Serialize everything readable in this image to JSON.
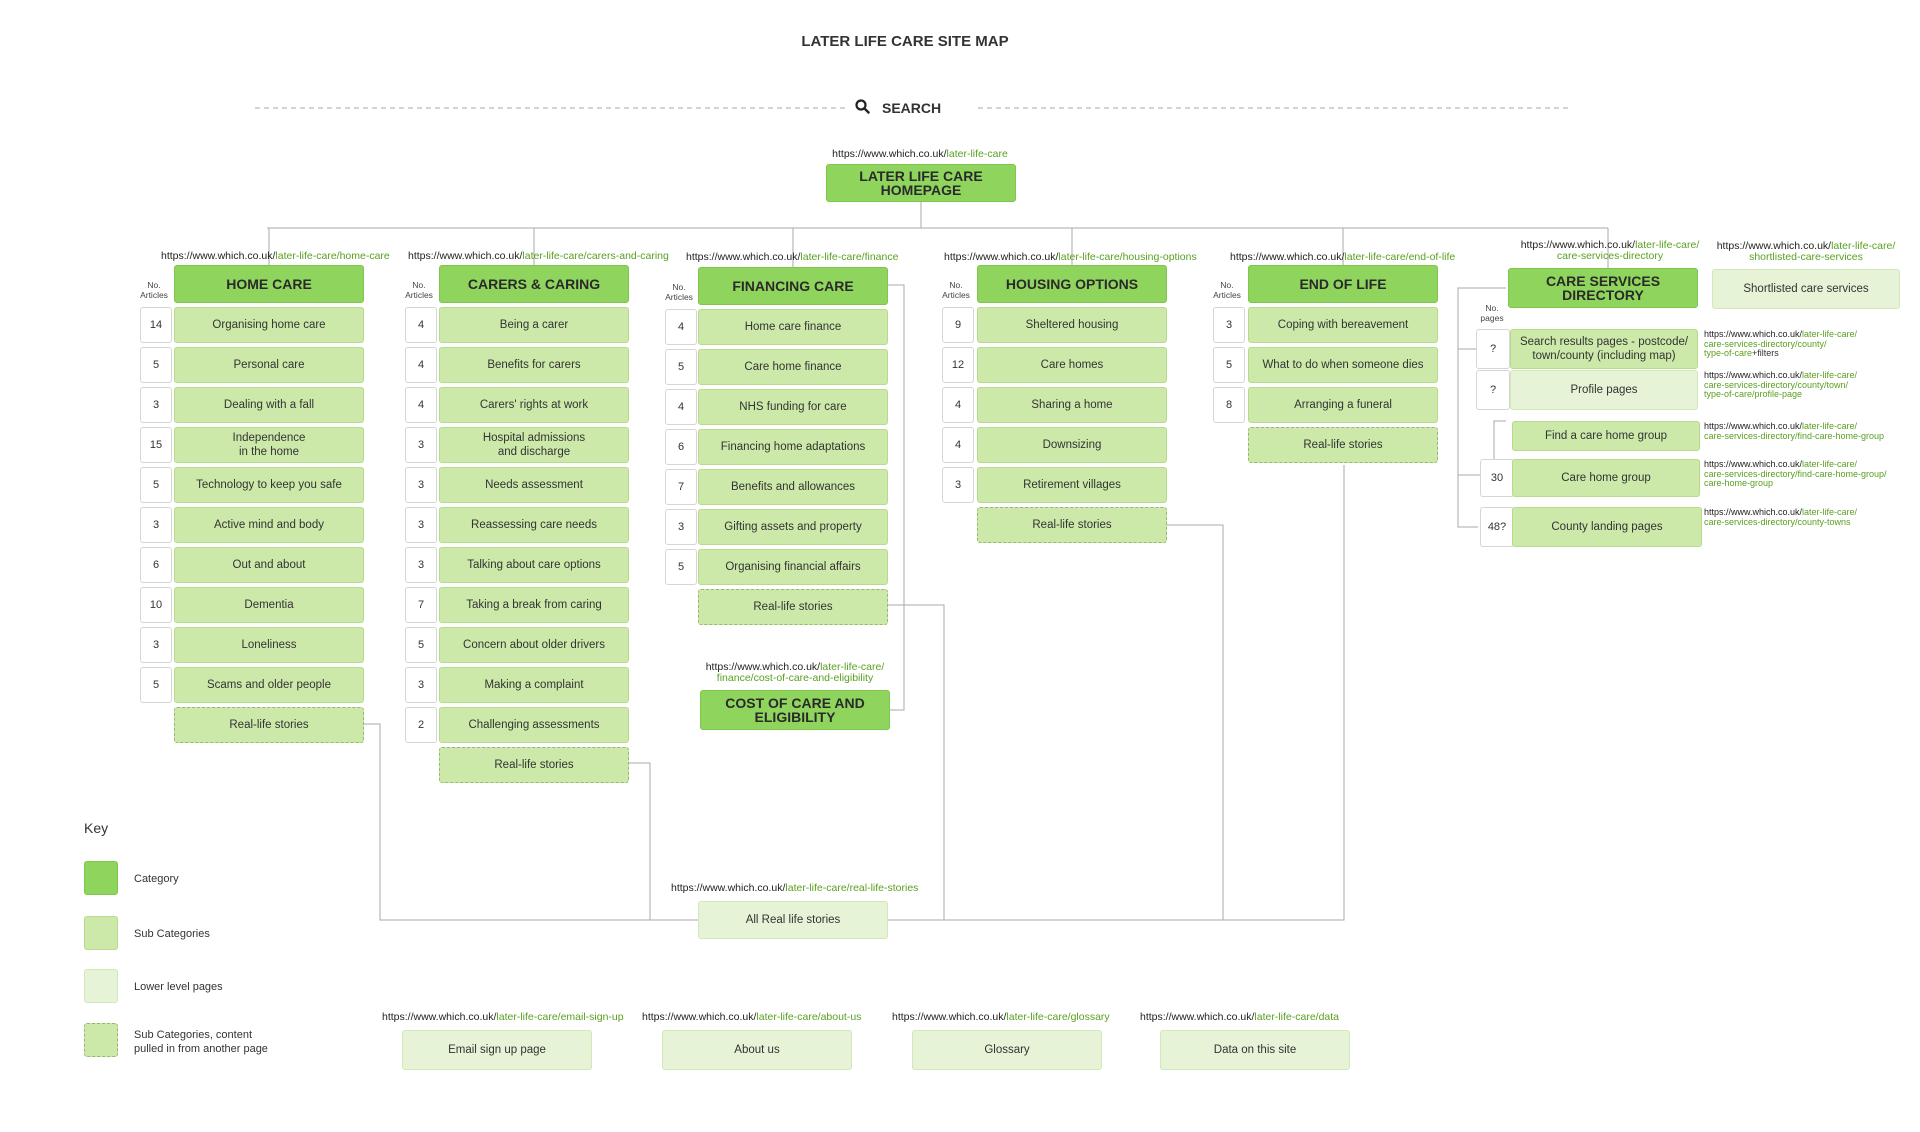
{
  "title": "LATER LIFE CARE SITE MAP",
  "search": {
    "label": "SEARCH"
  },
  "homepage": {
    "url_base": "https://www.which.co.uk/",
    "url_path": "later-life-care",
    "label": "LATER LIFE CARE\nHOMEPAGE"
  },
  "col_header": "No.\nArticles",
  "pages_header": "No.\npages",
  "colors": {
    "category": "#8fd55d",
    "sub_category": "#cde9aa",
    "lower_level": "#e6f3d6",
    "url_path": "#5aa020",
    "connector": "#aaaaaa"
  },
  "columns": [
    {
      "name": "home-care",
      "url_base": "https://www.which.co.uk/",
      "url_path": "later-life-care/home-care",
      "label": "HOME CARE",
      "items": [
        {
          "n": "14",
          "label": "Organising home care"
        },
        {
          "n": "5",
          "label": "Personal care"
        },
        {
          "n": "3",
          "label": "Dealing with a fall"
        },
        {
          "n": "15",
          "label": "Independence\nin the home"
        },
        {
          "n": "5",
          "label": "Technology to keep you safe"
        },
        {
          "n": "3",
          "label": "Active mind and body"
        },
        {
          "n": "6",
          "label": "Out and about"
        },
        {
          "n": "10",
          "label": "Dementia"
        },
        {
          "n": "3",
          "label": "Loneliness"
        },
        {
          "n": "5",
          "label": "Scams and older people"
        }
      ],
      "stories": "Real-life stories"
    },
    {
      "name": "carers-caring",
      "url_base": "https://www.which.co.uk/",
      "url_path": "later-life-care/carers-and-caring",
      "label": "CARERS & CARING",
      "items": [
        {
          "n": "4",
          "label": "Being a carer"
        },
        {
          "n": "4",
          "label": "Benefits for carers"
        },
        {
          "n": "4",
          "label": "Carers' rights at work"
        },
        {
          "n": "3",
          "label": "Hospital admissions\nand discharge"
        },
        {
          "n": "3",
          "label": "Needs assessment"
        },
        {
          "n": "3",
          "label": "Reassessing care needs"
        },
        {
          "n": "3",
          "label": "Talking about care options"
        },
        {
          "n": "7",
          "label": "Taking a break from caring"
        },
        {
          "n": "5",
          "label": "Concern about older drivers"
        },
        {
          "n": "3",
          "label": "Making a complaint"
        },
        {
          "n": "2",
          "label": "Challenging assessments"
        }
      ],
      "stories": "Real-life stories"
    },
    {
      "name": "financing-care",
      "url_base": "https://www.which.co.uk/",
      "url_path": "later-life-care/finance",
      "label": "FINANCING CARE",
      "items": [
        {
          "n": "4",
          "label": "Home care finance"
        },
        {
          "n": "5",
          "label": "Care home finance"
        },
        {
          "n": "4",
          "label": "NHS funding for care"
        },
        {
          "n": "6",
          "label": "Financing home adaptations"
        },
        {
          "n": "7",
          "label": "Benefits and allowances"
        },
        {
          "n": "3",
          "label": "Gifting assets and property"
        },
        {
          "n": "5",
          "label": "Organising financial affairs"
        }
      ],
      "stories": "Real-life stories"
    },
    {
      "name": "housing-options",
      "url_base": "https://www.which.co.uk/",
      "url_path": "later-life-care/housing-options",
      "label": "HOUSING OPTIONS",
      "items": [
        {
          "n": "9",
          "label": "Sheltered housing"
        },
        {
          "n": "12",
          "label": "Care homes"
        },
        {
          "n": "4",
          "label": "Sharing a home"
        },
        {
          "n": "4",
          "label": "Downsizing"
        },
        {
          "n": "3",
          "label": "Retirement villages"
        }
      ],
      "stories": "Real-life stories"
    },
    {
      "name": "end-of-life",
      "url_base": "https://www.which.co.uk/",
      "url_path": "later-life-care/end-of-life",
      "label": "END OF LIFE",
      "items": [
        {
          "n": "3",
          "label": "Coping with bereavement"
        },
        {
          "n": "5",
          "label": "What to do when someone dies"
        },
        {
          "n": "8",
          "label": "Arranging a funeral"
        }
      ],
      "stories": "Real-life stories"
    }
  ],
  "cost_of_care": {
    "url_base": "https://www.which.co.uk/",
    "url_path": "later-life-care/\nfinance/cost-of-care-and-eligibility",
    "label": "COST OF CARE AND\nELIGIBILITY"
  },
  "care_services": {
    "url_base": "https://www.which.co.uk/",
    "url_path": "later-life-care/\ncare-services-directory",
    "label": "CARE SERVICES DIRECTORY",
    "items": [
      {
        "n": "?",
        "label": "Search results pages - postcode/\ntown/county (including map)",
        "url_base": "https://www.which.co.uk/",
        "url_path": "later-life-care/\ncare-services-directory/county/\ntype-of-care",
        "url_suffix": "+filters"
      },
      {
        "n": "?",
        "label": "Profile pages",
        "url_base": "https://www.which.co.uk/",
        "url_path": "later-life-care/\ncare-services-directory/county/town/\ntype-of-care/profile-page"
      },
      {
        "n": "",
        "label": "Find a care home group",
        "url_base": "https://www.which.co.uk/",
        "url_path": "later-life-care/\ncare-services-directory/find-care-home-group"
      },
      {
        "n": "30",
        "label": "Care home group",
        "url_base": "https://www.which.co.uk/",
        "url_path": "later-life-care/\ncare-services-directory/find-care-home-group/\ncare-home-group"
      },
      {
        "n": "48?",
        "label": "County landing pages",
        "url_base": "https://www.which.co.uk/",
        "url_path": "later-life-care/\ncare-services-directory/county-towns"
      }
    ]
  },
  "shortlisted": {
    "url_base": "https://www.which.co.uk/",
    "url_path": "later-life-care/\nshortlisted-care-services",
    "label": "Shortlisted care services"
  },
  "all_stories": {
    "url_base": "https://www.which.co.uk/",
    "url_path": "later-life-care/real-life-stories",
    "label": "All Real life stories"
  },
  "footer": [
    {
      "url_base": "https://www.which.co.uk/",
      "url_path": "later-life-care/email-sign-up",
      "label": "Email sign up page"
    },
    {
      "url_base": "https://www.which.co.uk/",
      "url_path": "later-life-care/about-us",
      "label": "About us"
    },
    {
      "url_base": "https://www.which.co.uk/",
      "url_path": "later-life-care/glossary",
      "label": "Glossary"
    },
    {
      "url_base": "https://www.which.co.uk/",
      "url_path": "later-life-care/data",
      "label": "Data on this site"
    }
  ],
  "key": {
    "title": "Key",
    "items": [
      {
        "type": "category",
        "label": "Category"
      },
      {
        "type": "sub",
        "label": "Sub Categories"
      },
      {
        "type": "low",
        "label": "Lower level pages"
      },
      {
        "type": "dash",
        "label": "Sub Categories, content\npulled in from another page"
      }
    ]
  }
}
